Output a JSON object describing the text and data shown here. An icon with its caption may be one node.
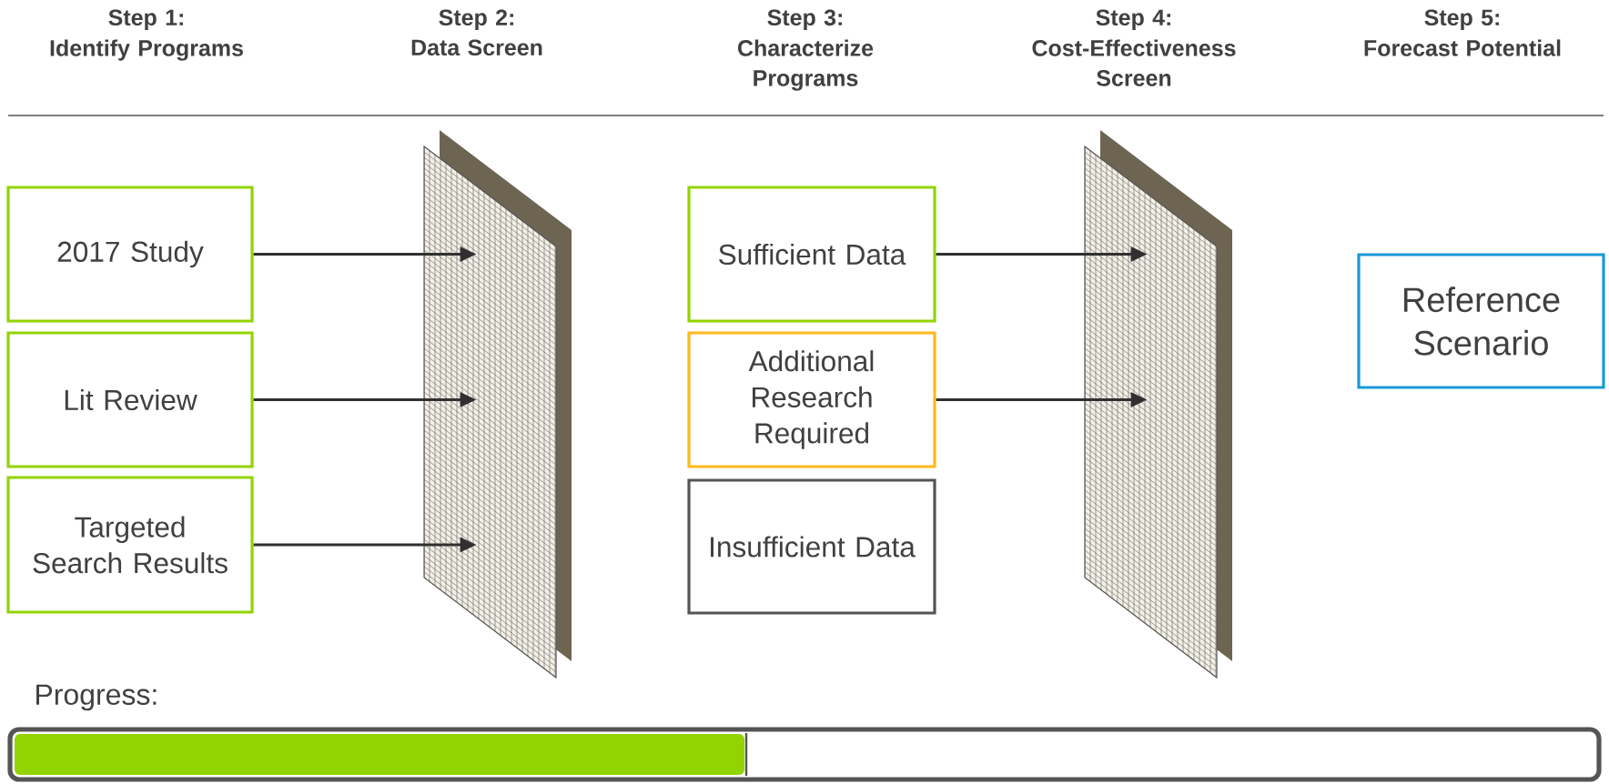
{
  "diagram": {
    "nodes": [
      {
        "text": [
          "2017 Study"
        ]
      },
      {
        "text": [
          "Lit Review"
        ]
      },
      {
        "text": [
          "Targeted Search Results"
        ]
      },
      {
        "text": [],
        "shape": "screen"
      },
      {
        "text": [
          "Sufficient Data"
        ]
      },
      {
        "text": [
          "Additional Research Required"
        ]
      },
      {
        "text": [
          "Insufficient Data"
        ]
      },
      {
        "text": [],
        "shape": "screen"
      },
      {
        "text": [
          "Reference Scenario"
        ]
      }
    ],
    "edges": [
      {
        "from": 0,
        "to": 3,
        "arrow": "to"
      },
      {
        "from": 1,
        "to": 3,
        "arrow": "to"
      },
      {
        "from": 2,
        "to": 3,
        "arrow": "to"
      },
      {
        "from": 4,
        "to": 7,
        "arrow": "to"
      },
      {
        "from": 5,
        "to": 7,
        "arrow": "to"
      }
    ],
    "labels": [
      "Step 1:",
      "Identify Programs",
      "Step 2:",
      "Data Screen",
      "Step 3:",
      "Characterize Programs",
      "Step 4:",
      "Cost-Effectiveness Screen",
      "Step 5:",
      "Forecast Potential",
      "Progress:"
    ]
  }
}
